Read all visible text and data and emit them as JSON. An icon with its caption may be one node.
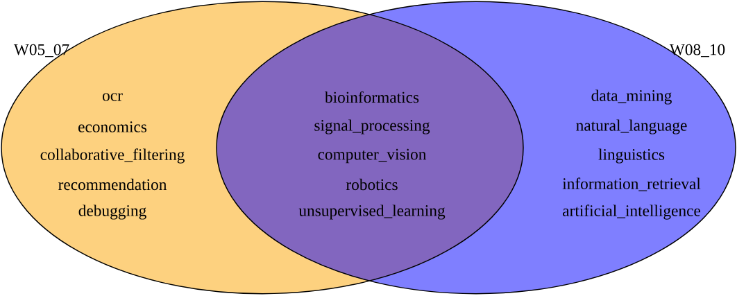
{
  "diagram": {
    "nodes": [
      {
        "text": [
          "W05_07",
          "ocr",
          "economics",
          "collaborative_filtering",
          "recommendation",
          "debugging"
        ]
      },
      {
        "text": [
          "W08_10",
          "data_mining",
          "natural_language",
          "linguistics",
          "information_retrieval",
          "artificial_intelligence"
        ]
      }
    ],
    "labels": [
      "bioinformatics",
      "signal_processing",
      "computer_vision",
      "robotics",
      "unsupervised_learning"
    ]
  }
}
